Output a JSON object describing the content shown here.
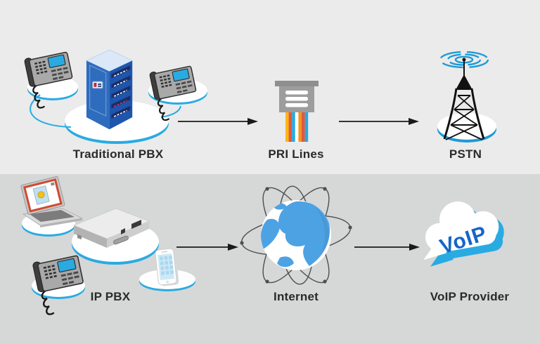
{
  "diagram": {
    "nodes": {
      "traditional_pbx": {
        "label": "Traditional PBX"
      },
      "pri_lines": {
        "label": "PRI Lines"
      },
      "pstn": {
        "label": "PSTN"
      },
      "ip_pbx": {
        "label": "IP PBX"
      },
      "internet": {
        "label": "Internet"
      },
      "voip_provider": {
        "label": "VoIP Provider",
        "cloud_text": "VoIP"
      }
    },
    "flows": [
      {
        "from": "Traditional PBX",
        "to": "PRI Lines"
      },
      {
        "from": "PRI Lines",
        "to": "PSTN"
      },
      {
        "from": "IP PBX",
        "to": "Internet"
      },
      {
        "from": "Internet",
        "to": "VoIP Provider"
      }
    ],
    "colors": {
      "band_top": "#ebebeb",
      "band_bottom": "#d6d7d7",
      "accent_blue": "#29abe2",
      "arrow_black": "#1a1a1a",
      "server_blue": "#2e6cbe",
      "cloud_text_blue": "#1565c8",
      "wire_yellow": "#fdb515",
      "wire_red": "#e2583e",
      "wire_orange": "#f7941e"
    }
  }
}
